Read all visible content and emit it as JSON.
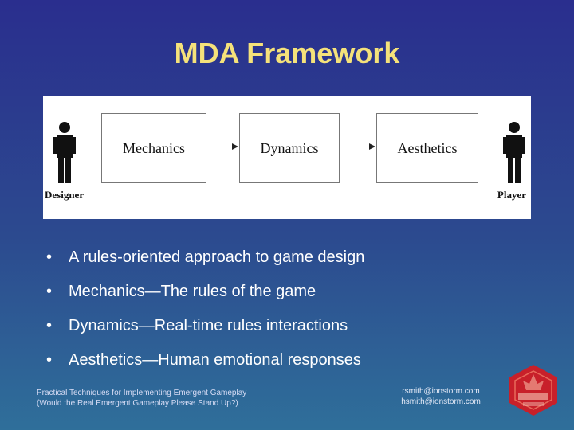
{
  "slide": {
    "title": "MDA Framework"
  },
  "diagram": {
    "boxes": [
      "Mechanics",
      "Dynamics",
      "Aesthetics"
    ],
    "left_role": "Designer",
    "right_role": "Player",
    "icons": [
      "person-icon",
      "arrow-right-icon"
    ]
  },
  "bullets": [
    "A rules-oriented  approach to game design",
    "Mechanics—The rules of the game",
    "Dynamics—Real-time rules interactions",
    "Aesthetics—Human emotional responses"
  ],
  "bullet_glyph": "•",
  "footer": {
    "left_line1": "Practical Techniques for Implementing Emergent Gameplay",
    "left_line2": "(Would the Real Emergent Gameplay Please Stand Up?)",
    "right_line1": "rsmith@ionstorm.com",
    "right_line2": "hsmith@ionstorm.com"
  },
  "logo": {
    "icon": "hexagon-logo-icon",
    "color": "#c8202a"
  },
  "colors": {
    "title": "#f5e27a",
    "bullet_text": "#ffffff",
    "background_top": "#2a2e8e",
    "background_bottom": "#2f6f9a"
  }
}
